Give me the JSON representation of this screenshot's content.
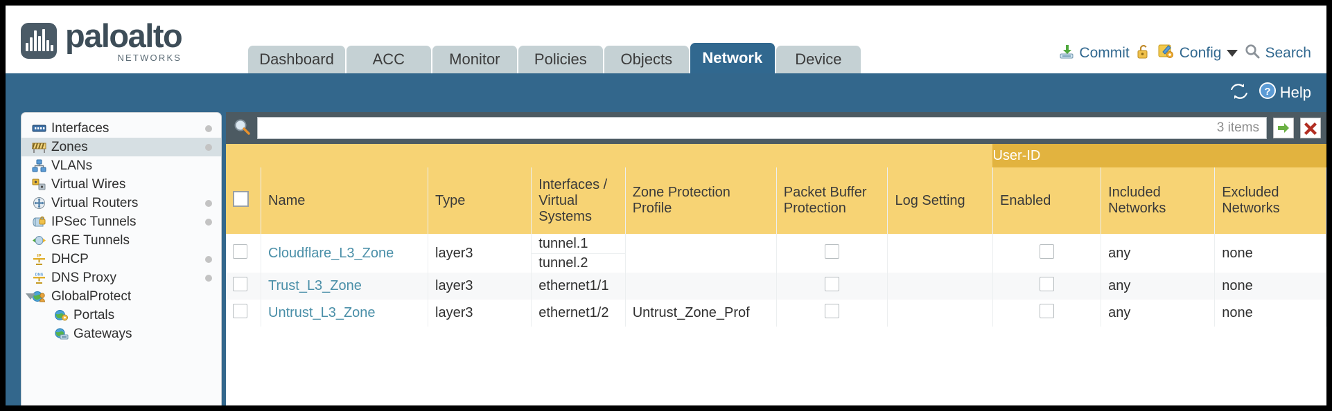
{
  "brand": {
    "name": "paloalto",
    "tagline": "NETWORKS"
  },
  "nav": {
    "tabs": [
      {
        "label": "Dashboard",
        "active": false
      },
      {
        "label": "ACC",
        "active": false
      },
      {
        "label": "Monitor",
        "active": false
      },
      {
        "label": "Policies",
        "active": false
      },
      {
        "label": "Objects",
        "active": false
      },
      {
        "label": "Network",
        "active": true
      },
      {
        "label": "Device",
        "active": false
      }
    ]
  },
  "header_tools": {
    "commit": "Commit",
    "config": "Config",
    "search": "Search",
    "lock_icon": "padlock-unlocked-icon",
    "commit_icon": "commit-download-icon",
    "config_icon": "config-wrench-icon",
    "search_icon": "search-magnifier-icon",
    "caret_icon": "chevron-down-icon"
  },
  "blueband": {
    "refresh_icon": "refresh-icon",
    "help_label": "Help",
    "help_icon": "help-question-icon"
  },
  "sidebar": {
    "items": [
      {
        "label": "Interfaces",
        "icon": "interfaces-icon",
        "dot": true,
        "child": false,
        "selected": false,
        "expander": false
      },
      {
        "label": "Zones",
        "icon": "zones-icon",
        "dot": true,
        "child": false,
        "selected": true,
        "expander": false
      },
      {
        "label": "VLANs",
        "icon": "vlans-icon",
        "dot": false,
        "child": false,
        "selected": false,
        "expander": false
      },
      {
        "label": "Virtual Wires",
        "icon": "virtual-wires-icon",
        "dot": false,
        "child": false,
        "selected": false,
        "expander": false
      },
      {
        "label": "Virtual Routers",
        "icon": "virtual-routers-icon",
        "dot": true,
        "child": false,
        "selected": false,
        "expander": false
      },
      {
        "label": "IPSec Tunnels",
        "icon": "ipsec-tunnels-icon",
        "dot": true,
        "child": false,
        "selected": false,
        "expander": false
      },
      {
        "label": "GRE Tunnels",
        "icon": "gre-tunnels-icon",
        "dot": false,
        "child": false,
        "selected": false,
        "expander": false
      },
      {
        "label": "DHCP",
        "icon": "dhcp-icon",
        "dot": true,
        "child": false,
        "selected": false,
        "expander": false
      },
      {
        "label": "DNS Proxy",
        "icon": "dns-proxy-icon",
        "dot": true,
        "child": false,
        "selected": false,
        "expander": false
      },
      {
        "label": "GlobalProtect",
        "icon": "globalprotect-icon",
        "dot": false,
        "child": false,
        "selected": false,
        "expander": true
      },
      {
        "label": "Portals",
        "icon": "portals-icon",
        "dot": false,
        "child": true,
        "selected": false,
        "expander": false
      },
      {
        "label": "Gateways",
        "icon": "gateways-icon",
        "dot": false,
        "child": true,
        "selected": false,
        "expander": false
      }
    ]
  },
  "filter": {
    "value": "",
    "placeholder": "",
    "item_count": "3 items",
    "apply_icon": "green-arrow-apply-icon",
    "clear_icon": "red-x-clear-icon",
    "search_icon": "search-magnifier-icon"
  },
  "table": {
    "group_header": "User-ID",
    "columns": [
      "Name",
      "Type",
      "Interfaces / Virtual Systems",
      "Zone Protection Profile",
      "Packet Buffer Protection",
      "Log Setting",
      "Enabled",
      "Included Networks",
      "Excluded Networks"
    ],
    "rows": [
      {
        "name": "Cloudflare_L3_Zone",
        "type": "layer3",
        "interfaces": [
          "tunnel.1",
          "tunnel.2"
        ],
        "zone_protection_profile": "",
        "packet_buffer_protection": false,
        "log_setting": "",
        "userid_enabled": false,
        "included_networks": "any",
        "excluded_networks": "none"
      },
      {
        "name": "Trust_L3_Zone",
        "type": "layer3",
        "interfaces": [
          "ethernet1/1"
        ],
        "zone_protection_profile": "",
        "packet_buffer_protection": false,
        "log_setting": "",
        "userid_enabled": false,
        "included_networks": "any",
        "excluded_networks": "none"
      },
      {
        "name": "Untrust_L3_Zone",
        "type": "layer3",
        "interfaces": [
          "ethernet1/2"
        ],
        "zone_protection_profile": "Untrust_Zone_Prof",
        "packet_buffer_protection": false,
        "log_setting": "",
        "userid_enabled": false,
        "included_networks": "any",
        "excluded_networks": "none"
      }
    ]
  },
  "colors": {
    "brand_blue": "#33678c",
    "tab_active": "#31688f",
    "header_amber": "#f7d374",
    "group_amber": "#e2b33f",
    "link_teal": "#4a8fa8",
    "filter_bar": "#4c5a62"
  }
}
